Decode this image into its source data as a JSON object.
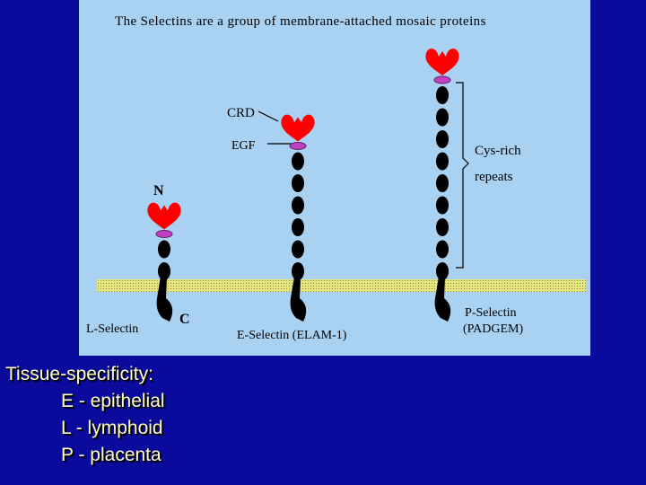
{
  "diagram": {
    "title": "The Selectins are a group of membrane-attached mosaic proteins",
    "labels": {
      "crd": "CRD",
      "egf": "EGF",
      "n_terminus": "N",
      "c_terminus": "C",
      "cys_rich": "Cys-rich",
      "repeats": "repeats"
    },
    "proteins": [
      {
        "name": "L-Selectin",
        "alt_name": "",
        "repeat_count": 2
      },
      {
        "name": "E-Selectin (ELAM-1)",
        "alt_name": "",
        "repeat_count": 6
      },
      {
        "name": "P-Selectin",
        "alt_name": "(PADGEM)",
        "repeat_count": 9
      }
    ],
    "colors": {
      "background": "#0a0a9c",
      "panel": "#a9d1f2",
      "crd_domain": "#ff0000",
      "egf_domain": "#c040c0",
      "repeat_domain": "#000000",
      "membrane": "#e6e680",
      "caption_text": "#ffffcc"
    }
  },
  "caption": {
    "heading": "Tissue-specificity:",
    "items": [
      "E - epithelial",
      "L - lymphoid",
      "P - placenta"
    ]
  }
}
